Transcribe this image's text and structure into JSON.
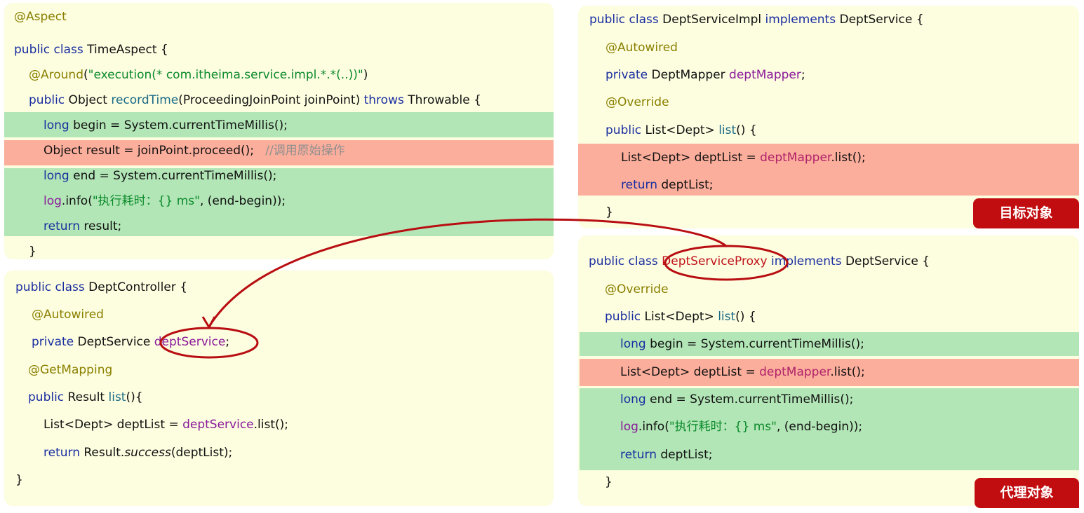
{
  "time_aspect": {
    "l1": "@Aspect",
    "l2_kw": "public class",
    "l2_name": " TimeAspect {",
    "l3_ann": "@Around",
    "l3_p1": "(",
    "l3_str": "\"execution(* com.itheima.service.impl.*.*(..))\"",
    "l3_p2": ")",
    "l4_kw1": "public",
    "l4_t1": " Object ",
    "l4_m": "recordTime",
    "l4_t2": "(ProceedingJoinPoint joinPoint) ",
    "l4_kw2": "throws",
    "l4_t3": " Throwable {",
    "l5_kw": "long",
    "l5_t": " begin = System.currentTimeMillis();",
    "l6_t": "Object result = joinPoint.proceed();   ",
    "l6_c": "//调用原始操作",
    "l7_kw": "long",
    "l7_t": " end = System.currentTimeMillis();",
    "l8_log": "log",
    "l8_t1": ".info(",
    "l8_str": "\"执行耗时：{} ms\"",
    "l8_t2": ", (end-begin));",
    "l9_kw": "return",
    "l9_t": " result;",
    "l10": "}"
  },
  "dept_controller": {
    "l1_kw": "public class",
    "l1_t": " DeptController {",
    "l2_ann": "@Autowired",
    "l3_kw": "private",
    "l3_t": " DeptService ",
    "l3_f": "deptService",
    "l3_end": ";",
    "l4_ann": "@GetMapping",
    "l5_kw": "public",
    "l5_t": " Result ",
    "l5_m": "list",
    "l5_end": "(){",
    "l6_t": "List<Dept> deptList = ",
    "l6_f": "deptService",
    "l6_end": ".list();",
    "l7_kw": "return",
    "l7_t": " Result.",
    "l7_i": "success",
    "l7_end": "(deptList);",
    "l8": "}"
  },
  "dept_service_impl": {
    "l1_kw1": "public class",
    "l1_t1": " DeptServiceImpl ",
    "l1_kw2": "implements",
    "l1_t2": " DeptService {",
    "l2_ann": "@Autowired",
    "l3_kw": "private",
    "l3_t": " DeptMapper ",
    "l3_f": "deptMapper",
    "l3_end": ";",
    "l4_ann": "@Override",
    "l5_kw": "public",
    "l5_t": " List<Dept> ",
    "l5_m": "list",
    "l5_end": "() {",
    "l6_t": "List<Dept> deptList = ",
    "l6_f": "deptMapper",
    "l6_end": ".list();",
    "l7_kw": "return",
    "l7_t": " deptList;",
    "l8": "}",
    "tag": "目标对象"
  },
  "dept_service_proxy": {
    "l1_kw1": "public class ",
    "l1_name": "DeptServiceProxy",
    "l1_kw2": " implements",
    "l1_t2": " DeptService {",
    "l2_ann": "@Override",
    "l3_kw": "public",
    "l3_t": " List<Dept> ",
    "l3_m": "list",
    "l3_end": "() {",
    "l4_kw": "long",
    "l4_t": " begin = System.currentTimeMillis();",
    "l5_t": "List<Dept> deptList = ",
    "l5_f": "deptMapper",
    "l5_end": ".list();",
    "l6_kw": "long",
    "l6_t": " end = System.currentTimeMillis();",
    "l7_log": "log",
    "l7_t1": ".info(",
    "l7_str": "\"执行耗时：{} ms\"",
    "l7_t2": ", (end-begin));",
    "l8_kw": "return",
    "l8_t": " deptList;",
    "l9": "}",
    "tag": "代理对象"
  },
  "colors": {
    "panel_bg": "#fdfde0",
    "highlight_green": "#b2e6b6",
    "highlight_red": "#fcae9c",
    "accent_red": "#c10d10"
  }
}
